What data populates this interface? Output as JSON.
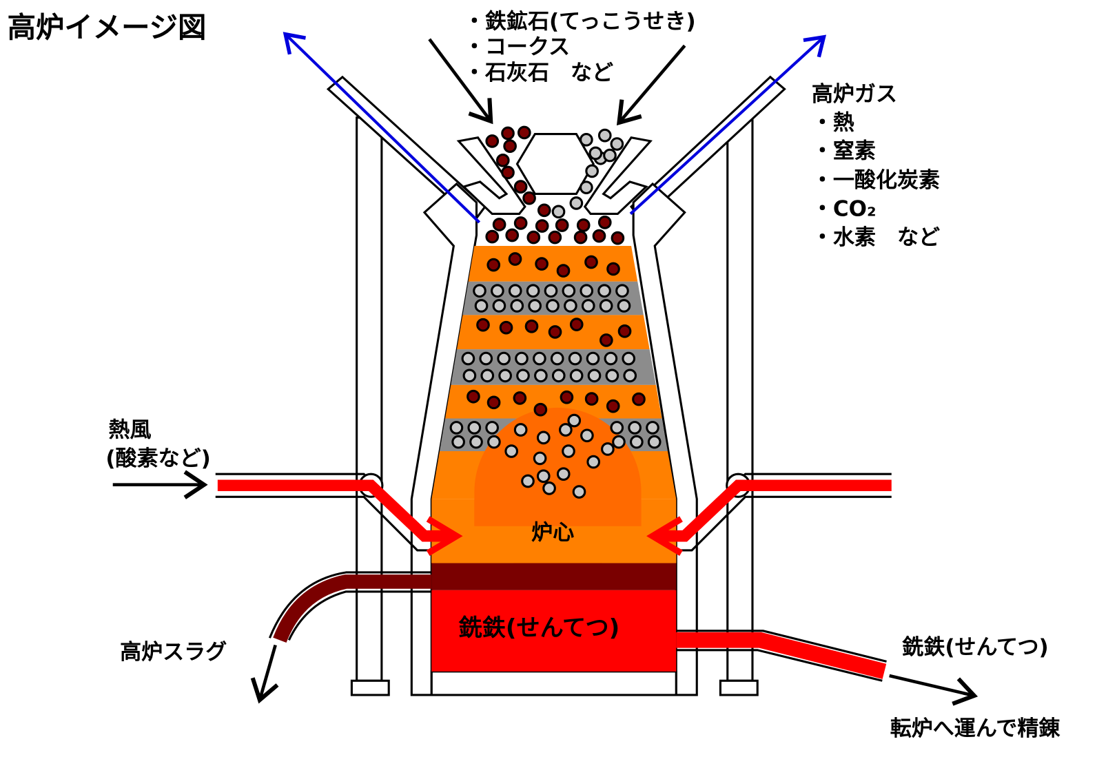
{
  "title": "高炉イメージ図",
  "feed": {
    "items": [
      "・鉄鉱石(てっこうせき)",
      "・コークス",
      "・石灰石　など"
    ]
  },
  "gas": {
    "title": "高炉ガス",
    "items": [
      "・熱",
      "・窒素",
      "・一酸化炭素",
      "・CO₂",
      "・水素　など"
    ]
  },
  "hot_air": {
    "line1": "熱風",
    "line2": "(酸素など)"
  },
  "core_label": "炉心",
  "pig_iron_inside": "銑鉄(せんてつ)",
  "slag_label": "高炉スラグ",
  "pig_iron_out": "銑鉄(せんてつ)",
  "refine_label": "転炉へ運んで精錬",
  "colors": {
    "ore": "#7a0000",
    "coke": "#c8c8c8",
    "coke_layer": "#8c8c8c",
    "ore_layer": "#ff8000",
    "core": "#ff6a00",
    "slag": "#7a0000",
    "iron": "#ff0000",
    "gas_arrow": "#0000dd"
  }
}
